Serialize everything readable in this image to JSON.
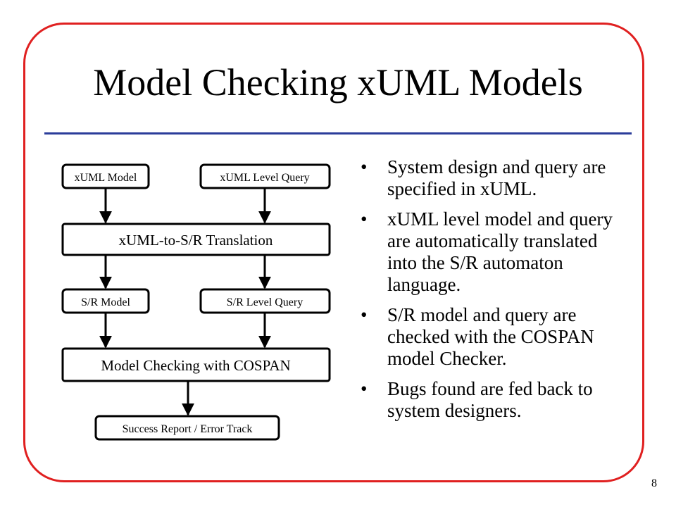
{
  "slide": {
    "title": "Model Checking xUML Models",
    "page_number": "8",
    "colors": {
      "frame": "#e02020",
      "rule": "#2b3d9a"
    }
  },
  "diagram": {
    "xuml_model": "xUML Model",
    "xuml_query": "xUML Level Query",
    "translation": "xUML-to-S/R Translation",
    "sr_model": "S/R Model",
    "sr_query": "S/R Level Query",
    "model_checking": "Model Checking with COSPAN",
    "report": "Success Report / Error Track"
  },
  "bullets": [
    "System design and query are specified in xUML.",
    "xUML level model and query are automatically translated into the S/R automaton language.",
    "S/R model and query are checked with the COSPAN model Checker.",
    "Bugs found are fed back to system designers."
  ]
}
